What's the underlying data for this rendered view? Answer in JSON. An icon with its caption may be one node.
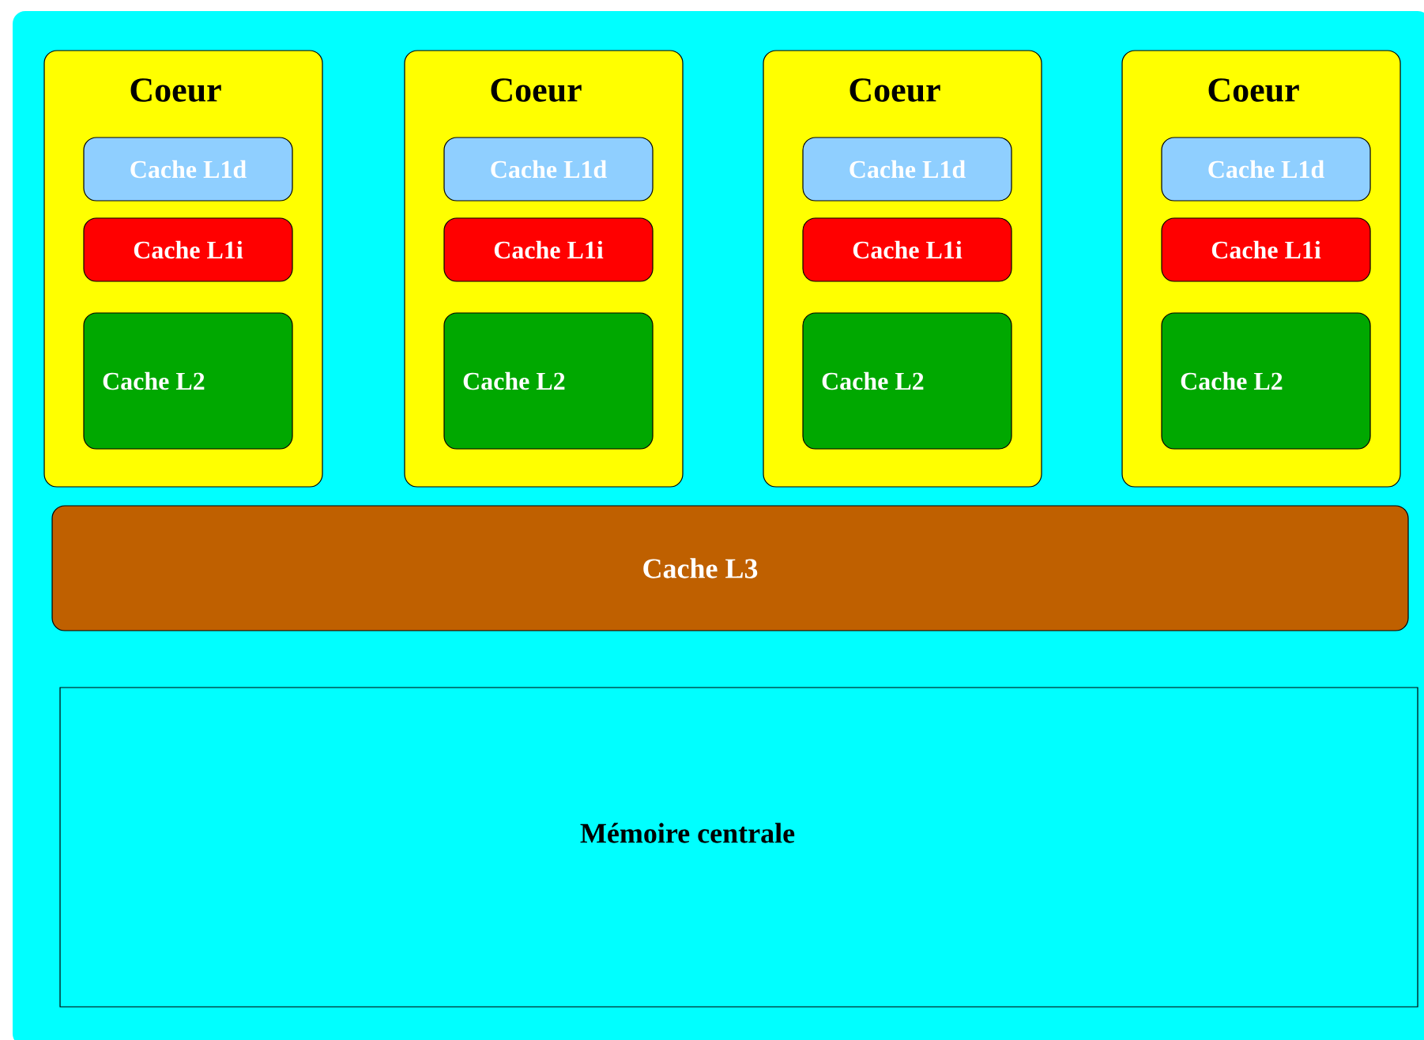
{
  "diagram": {
    "nodes": [
      {
        "text": [
          "Coeur"
        ]
      },
      {
        "text": [
          "Cache L1d"
        ],
        "in": 0
      },
      {
        "text": [
          "Cache L1i"
        ],
        "in": 0
      },
      {
        "text": [
          "Cache L2"
        ],
        "in": 0
      },
      {
        "text": [
          "Coeur"
        ]
      },
      {
        "text": [
          "Cache L1d"
        ],
        "in": 4
      },
      {
        "text": [
          "Cache L1i"
        ],
        "in": 4
      },
      {
        "text": [
          "Cache L2"
        ],
        "in": 4
      },
      {
        "text": [
          "Coeur"
        ]
      },
      {
        "text": [
          "Cache L1d"
        ],
        "in": 8
      },
      {
        "text": [
          "Cache L1i"
        ],
        "in": 8
      },
      {
        "text": [
          "Cache L2"
        ],
        "in": 8
      },
      {
        "text": [
          "Coeur"
        ]
      },
      {
        "text": [
          "Cache L1d"
        ],
        "in": 12
      },
      {
        "text": [
          "Cache L1i"
        ],
        "in": 12
      },
      {
        "text": [
          "Cache L2"
        ],
        "in": 12
      },
      {
        "text": [
          "Cache L3"
        ]
      },
      {
        "text": [
          "Mémoire centrale"
        ]
      }
    ]
  }
}
